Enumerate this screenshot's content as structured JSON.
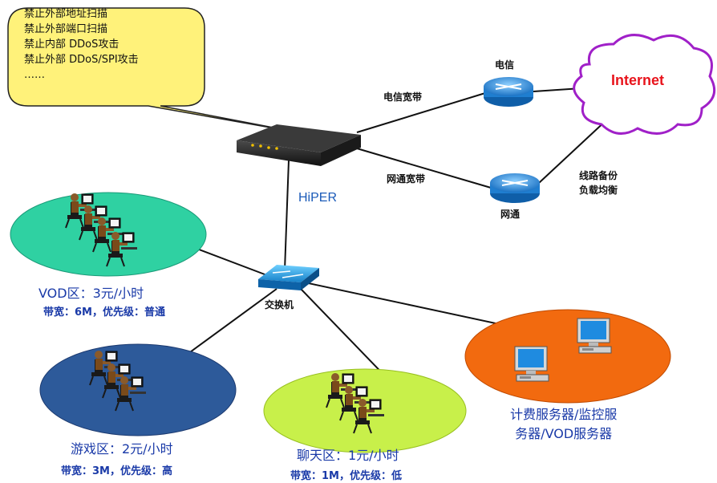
{
  "callout": {
    "lines": [
      "禁止外部地址扫描",
      "禁止外部端口扫描",
      "禁止内部 DDoS攻击",
      "禁止外部 DDoS/SPI攻击",
      "……"
    ]
  },
  "nodes": {
    "internet": "Internet",
    "isp1": "电信",
    "isp2": "网通",
    "router": "HiPER",
    "switch": "交换机",
    "servers": [
      "计费服务器/监控服",
      "务器/VOD服务器"
    ]
  },
  "links": {
    "isp1": "电信宽带",
    "isp2": "网通宽带",
    "balance": [
      "线路备份",
      "负载均衡"
    ]
  },
  "zones": {
    "vod": {
      "title": "VOD区：3元/小时",
      "sub": "带宽：6M，优先级：普通"
    },
    "game": {
      "title": "游戏区：2元/小时",
      "sub": "带宽：3M，优先级：高"
    },
    "chat": {
      "title": "聊天区：1元/小时",
      "sub": "带宽：1M，优先级：低"
    }
  },
  "colors": {
    "callout": "#fff27a",
    "vod_zone": "#2fd1a2",
    "game_zone": "#2d5a9a",
    "chat_zone": "#c8f04a",
    "server_zone": "#f26a0f",
    "internet_text": "#e8141c",
    "cloud_border": "#a020c8"
  }
}
